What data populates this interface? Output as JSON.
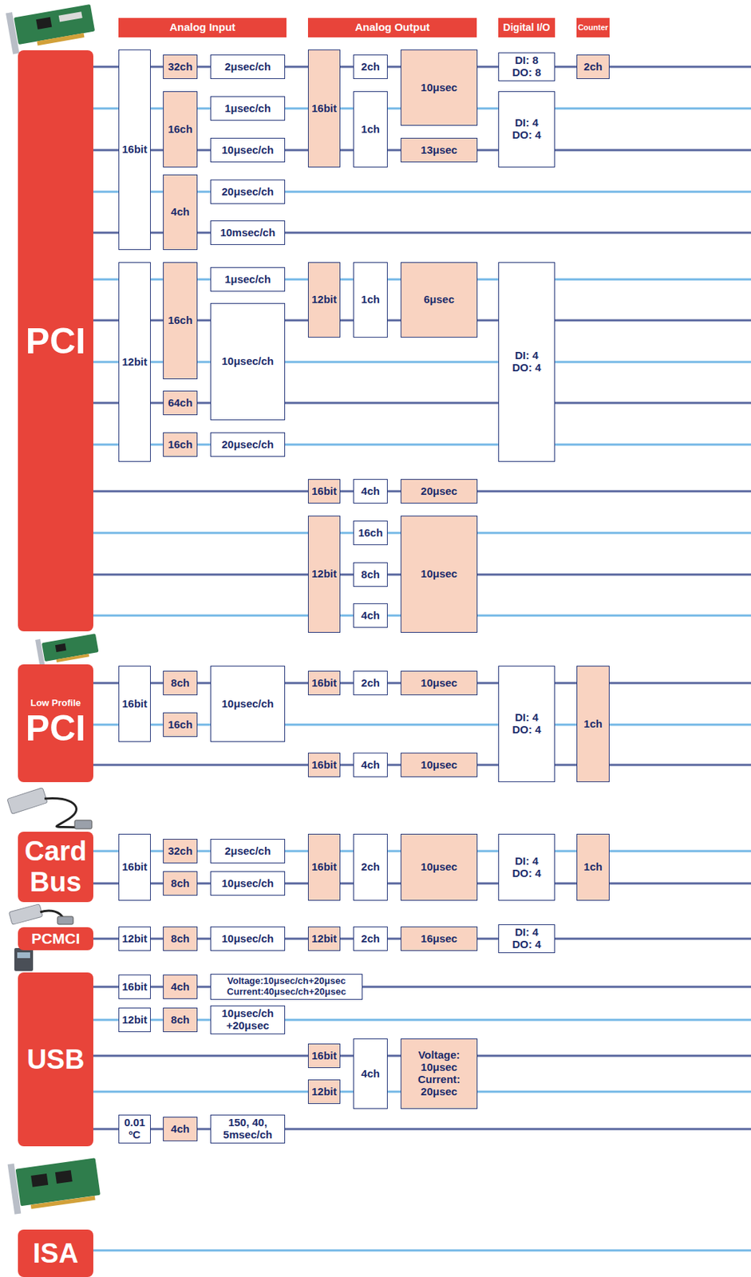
{
  "diagram": {
    "nodes": [
      {
        "text": [
          "Analog Input"
        ]
      },
      {
        "text": [
          "Analog Output"
        ]
      },
      {
        "text": [
          "Digital I/O"
        ]
      },
      {
        "text": [
          "Counter"
        ]
      },
      {
        "text": [
          "PCI"
        ]
      },
      {
        "text": [
          "16bit"
        ]
      },
      {
        "text": [
          "32ch"
        ]
      },
      {
        "text": [
          "2μsec/ch"
        ]
      },
      {
        "text": [
          "16bit"
        ]
      },
      {
        "text": [
          "2ch"
        ]
      },
      {
        "text": [
          "10μsec"
        ]
      },
      {
        "text": [
          "DI: 8",
          "DO: 8"
        ]
      },
      {
        "text": [
          "2ch"
        ]
      },
      {
        "text": [
          "16ch"
        ]
      },
      {
        "text": [
          "1μsec/ch"
        ]
      },
      {
        "text": [
          "1ch"
        ]
      },
      {
        "text": [
          "DI: 4",
          "DO: 4"
        ]
      },
      {
        "text": [
          "10μsec/ch"
        ]
      },
      {
        "text": [
          "13μsec"
        ]
      },
      {
        "text": [
          "4ch"
        ]
      },
      {
        "text": [
          "20μsec/ch"
        ]
      },
      {
        "text": [
          "10msec/ch"
        ]
      },
      {
        "text": [
          "12bit"
        ]
      },
      {
        "text": [
          "16ch"
        ]
      },
      {
        "text": [
          "1μsec/ch"
        ]
      },
      {
        "text": [
          "12bit"
        ]
      },
      {
        "text": [
          "1ch"
        ]
      },
      {
        "text": [
          "6μsec"
        ]
      },
      {
        "text": [
          "DI: 4",
          "DO: 4"
        ]
      },
      {
        "text": [
          "10μsec/ch"
        ]
      },
      {
        "text": [
          "64ch"
        ]
      },
      {
        "text": [
          "16ch"
        ]
      },
      {
        "text": [
          "20μsec/ch"
        ]
      },
      {
        "text": [
          "16bit"
        ]
      },
      {
        "text": [
          "4ch"
        ]
      },
      {
        "text": [
          "20μsec"
        ]
      },
      {
        "text": [
          "12bit"
        ]
      },
      {
        "text": [
          "16ch"
        ]
      },
      {
        "text": [
          "10μsec"
        ]
      },
      {
        "text": [
          "8ch"
        ]
      },
      {
        "text": [
          "4ch"
        ]
      },
      {
        "text": [
          "Low Profile",
          "PCI"
        ]
      },
      {
        "text": [
          "16bit"
        ]
      },
      {
        "text": [
          "8ch"
        ]
      },
      {
        "text": [
          "10μsec/ch"
        ]
      },
      {
        "text": [
          "16bit"
        ]
      },
      {
        "text": [
          "2ch"
        ]
      },
      {
        "text": [
          "10μsec"
        ]
      },
      {
        "text": [
          "DI: 4",
          "DO: 4"
        ]
      },
      {
        "text": [
          "1ch"
        ]
      },
      {
        "text": [
          "16ch"
        ]
      },
      {
        "text": [
          "16bit"
        ]
      },
      {
        "text": [
          "4ch"
        ]
      },
      {
        "text": [
          "10μsec"
        ]
      },
      {
        "text": [
          "Card Bus"
        ]
      },
      {
        "text": [
          "16bit"
        ]
      },
      {
        "text": [
          "32ch"
        ]
      },
      {
        "text": [
          "2μsec/ch"
        ]
      },
      {
        "text": [
          "16bit"
        ]
      },
      {
        "text": [
          "2ch"
        ]
      },
      {
        "text": [
          "10μsec"
        ]
      },
      {
        "text": [
          "DI: 4",
          "DO: 4"
        ]
      },
      {
        "text": [
          "1ch"
        ]
      },
      {
        "text": [
          "8ch"
        ]
      },
      {
        "text": [
          "10μsec/ch"
        ]
      },
      {
        "text": [
          "PCMCI"
        ]
      },
      {
        "text": [
          "12bit"
        ]
      },
      {
        "text": [
          "8ch"
        ]
      },
      {
        "text": [
          "10μsec/ch"
        ]
      },
      {
        "text": [
          "12bit"
        ]
      },
      {
        "text": [
          "2ch"
        ]
      },
      {
        "text": [
          "16μsec"
        ]
      },
      {
        "text": [
          "DI: 4",
          "DO: 4"
        ]
      },
      {
        "text": [
          "USB"
        ]
      },
      {
        "text": [
          "16bit"
        ]
      },
      {
        "text": [
          "4ch"
        ]
      },
      {
        "text": [
          "Voltage:10μsec/ch+20μsec",
          "Current:40μsec/ch+20μsec"
        ]
      },
      {
        "text": [
          "12bit"
        ]
      },
      {
        "text": [
          "8ch"
        ]
      },
      {
        "text": [
          "10μsec/ch +20μsec"
        ]
      },
      {
        "text": [
          "16bit"
        ]
      },
      {
        "text": [
          "4ch"
        ]
      },
      {
        "text": [
          "Voltage: 10μsec",
          "Current: 20μsec"
        ]
      },
      {
        "text": [
          "12bit"
        ]
      },
      {
        "text": [
          "0.01 ºC"
        ]
      },
      {
        "text": [
          "4ch"
        ]
      },
      {
        "text": [
          "150, 40, 5msec/ch"
        ]
      },
      {
        "text": [
          "ISA"
        ]
      }
    ],
    "edges": [
      {
        "from": 4,
        "to": 5,
        "arrow": "none"
      },
      {
        "from": 5,
        "to": 6,
        "arrow": "none"
      },
      {
        "from": 6,
        "to": 7,
        "arrow": "none"
      },
      {
        "from": 7,
        "to": 8,
        "arrow": "none"
      },
      {
        "from": 8,
        "to": 9,
        "arrow": "none"
      },
      {
        "from": 9,
        "to": 10,
        "arrow": "none"
      },
      {
        "from": 10,
        "to": 11,
        "arrow": "none"
      },
      {
        "from": 11,
        "to": 12,
        "arrow": "none"
      },
      {
        "from": 4,
        "to": 5,
        "arrow": "none"
      },
      {
        "from": 5,
        "to": 13,
        "arrow": "none"
      },
      {
        "from": 13,
        "to": 14,
        "arrow": "none"
      },
      {
        "from": 14,
        "to": 8,
        "arrow": "none"
      },
      {
        "from": 8,
        "to": 15,
        "arrow": "none"
      },
      {
        "from": 15,
        "to": 10,
        "arrow": "none"
      },
      {
        "from": 10,
        "to": 16,
        "arrow": "none"
      },
      {
        "from": 4,
        "to": 5,
        "arrow": "none"
      },
      {
        "from": 5,
        "to": 13,
        "arrow": "none"
      },
      {
        "from": 13,
        "to": 17,
        "arrow": "none"
      },
      {
        "from": 17,
        "to": 8,
        "arrow": "none"
      },
      {
        "from": 8,
        "to": 15,
        "arrow": "none"
      },
      {
        "from": 15,
        "to": 18,
        "arrow": "none"
      },
      {
        "from": 18,
        "to": 16,
        "arrow": "none"
      },
      {
        "from": 4,
        "to": 5,
        "arrow": "none"
      },
      {
        "from": 5,
        "to": 19,
        "arrow": "none"
      },
      {
        "from": 19,
        "to": 20,
        "arrow": "none"
      },
      {
        "from": 4,
        "to": 5,
        "arrow": "none"
      },
      {
        "from": 5,
        "to": 19,
        "arrow": "none"
      },
      {
        "from": 19,
        "to": 21,
        "arrow": "none"
      },
      {
        "from": 4,
        "to": 22,
        "arrow": "none"
      },
      {
        "from": 22,
        "to": 23,
        "arrow": "none"
      },
      {
        "from": 23,
        "to": 24,
        "arrow": "none"
      },
      {
        "from": 24,
        "to": 25,
        "arrow": "none"
      },
      {
        "from": 25,
        "to": 26,
        "arrow": "none"
      },
      {
        "from": 26,
        "to": 27,
        "arrow": "none"
      },
      {
        "from": 27,
        "to": 28,
        "arrow": "none"
      },
      {
        "from": 4,
        "to": 22,
        "arrow": "none"
      },
      {
        "from": 22,
        "to": 23,
        "arrow": "none"
      },
      {
        "from": 23,
        "to": 29,
        "arrow": "none"
      },
      {
        "from": 29,
        "to": 25,
        "arrow": "none"
      },
      {
        "from": 25,
        "to": 26,
        "arrow": "none"
      },
      {
        "from": 26,
        "to": 27,
        "arrow": "none"
      },
      {
        "from": 27,
        "to": 28,
        "arrow": "none"
      },
      {
        "from": 4,
        "to": 22,
        "arrow": "none"
      },
      {
        "from": 22,
        "to": 23,
        "arrow": "none"
      },
      {
        "from": 23,
        "to": 29,
        "arrow": "none"
      },
      {
        "from": 29,
        "to": 28,
        "arrow": "none"
      },
      {
        "from": 4,
        "to": 22,
        "arrow": "none"
      },
      {
        "from": 22,
        "to": 30,
        "arrow": "none"
      },
      {
        "from": 30,
        "to": 29,
        "arrow": "none"
      },
      {
        "from": 29,
        "to": 28,
        "arrow": "none"
      },
      {
        "from": 4,
        "to": 22,
        "arrow": "none"
      },
      {
        "from": 22,
        "to": 31,
        "arrow": "none"
      },
      {
        "from": 31,
        "to": 32,
        "arrow": "none"
      },
      {
        "from": 32,
        "to": 28,
        "arrow": "none"
      },
      {
        "from": 4,
        "to": 33,
        "arrow": "none"
      },
      {
        "from": 33,
        "to": 34,
        "arrow": "none"
      },
      {
        "from": 34,
        "to": 35,
        "arrow": "none"
      },
      {
        "from": 4,
        "to": 36,
        "arrow": "none"
      },
      {
        "from": 36,
        "to": 37,
        "arrow": "none"
      },
      {
        "from": 37,
        "to": 38,
        "arrow": "none"
      },
      {
        "from": 4,
        "to": 36,
        "arrow": "none"
      },
      {
        "from": 36,
        "to": 39,
        "arrow": "none"
      },
      {
        "from": 39,
        "to": 38,
        "arrow": "none"
      },
      {
        "from": 4,
        "to": 36,
        "arrow": "none"
      },
      {
        "from": 36,
        "to": 40,
        "arrow": "none"
      },
      {
        "from": 40,
        "to": 38,
        "arrow": "none"
      },
      {
        "from": 41,
        "to": 42,
        "arrow": "none"
      },
      {
        "from": 42,
        "to": 43,
        "arrow": "none"
      },
      {
        "from": 43,
        "to": 44,
        "arrow": "none"
      },
      {
        "from": 44,
        "to": 45,
        "arrow": "none"
      },
      {
        "from": 45,
        "to": 46,
        "arrow": "none"
      },
      {
        "from": 46,
        "to": 47,
        "arrow": "none"
      },
      {
        "from": 47,
        "to": 48,
        "arrow": "none"
      },
      {
        "from": 48,
        "to": 49,
        "arrow": "none"
      },
      {
        "from": 41,
        "to": 42,
        "arrow": "none"
      },
      {
        "from": 42,
        "to": 50,
        "arrow": "none"
      },
      {
        "from": 50,
        "to": 44,
        "arrow": "none"
      },
      {
        "from": 44,
        "to": 48,
        "arrow": "none"
      },
      {
        "from": 48,
        "to": 49,
        "arrow": "none"
      },
      {
        "from": 41,
        "to": 51,
        "arrow": "none"
      },
      {
        "from": 51,
        "to": 52,
        "arrow": "none"
      },
      {
        "from": 52,
        "to": 53,
        "arrow": "none"
      },
      {
        "from": 53,
        "to": 48,
        "arrow": "none"
      },
      {
        "from": 48,
        "to": 49,
        "arrow": "none"
      },
      {
        "from": 54,
        "to": 55,
        "arrow": "none"
      },
      {
        "from": 55,
        "to": 56,
        "arrow": "none"
      },
      {
        "from": 56,
        "to": 57,
        "arrow": "none"
      },
      {
        "from": 57,
        "to": 58,
        "arrow": "none"
      },
      {
        "from": 58,
        "to": 59,
        "arrow": "none"
      },
      {
        "from": 59,
        "to": 60,
        "arrow": "none"
      },
      {
        "from": 60,
        "to": 61,
        "arrow": "none"
      },
      {
        "from": 61,
        "to": 62,
        "arrow": "none"
      },
      {
        "from": 54,
        "to": 55,
        "arrow": "none"
      },
      {
        "from": 55,
        "to": 63,
        "arrow": "none"
      },
      {
        "from": 63,
        "to": 64,
        "arrow": "none"
      },
      {
        "from": 64,
        "to": 58,
        "arrow": "none"
      },
      {
        "from": 58,
        "to": 59,
        "arrow": "none"
      },
      {
        "from": 59,
        "to": 60,
        "arrow": "none"
      },
      {
        "from": 60,
        "to": 61,
        "arrow": "none"
      },
      {
        "from": 61,
        "to": 62,
        "arrow": "none"
      },
      {
        "from": 65,
        "to": 66,
        "arrow": "none"
      },
      {
        "from": 66,
        "to": 67,
        "arrow": "none"
      },
      {
        "from": 67,
        "to": 68,
        "arrow": "none"
      },
      {
        "from": 68,
        "to": 69,
        "arrow": "none"
      },
      {
        "from": 69,
        "to": 70,
        "arrow": "none"
      },
      {
        "from": 70,
        "to": 71,
        "arrow": "none"
      },
      {
        "from": 71,
        "to": 72,
        "arrow": "none"
      },
      {
        "from": 73,
        "to": 74,
        "arrow": "none"
      },
      {
        "from": 74,
        "to": 75,
        "arrow": "none"
      },
      {
        "from": 75,
        "to": 76,
        "arrow": "none"
      },
      {
        "from": 73,
        "to": 77,
        "arrow": "none"
      },
      {
        "from": 77,
        "to": 78,
        "arrow": "none"
      },
      {
        "from": 78,
        "to": 79,
        "arrow": "none"
      },
      {
        "from": 73,
        "to": 80,
        "arrow": "none"
      },
      {
        "from": 80,
        "to": 81,
        "arrow": "none"
      },
      {
        "from": 81,
        "to": 82,
        "arrow": "none"
      },
      {
        "from": 73,
        "to": 83,
        "arrow": "none"
      },
      {
        "from": 83,
        "to": 81,
        "arrow": "none"
      },
      {
        "from": 81,
        "to": 82,
        "arrow": "none"
      },
      {
        "from": 73,
        "to": 84,
        "arrow": "none"
      },
      {
        "from": 84,
        "to": 85,
        "arrow": "none"
      },
      {
        "from": 85,
        "to": 86,
        "arrow": "none"
      }
    ]
  }
}
